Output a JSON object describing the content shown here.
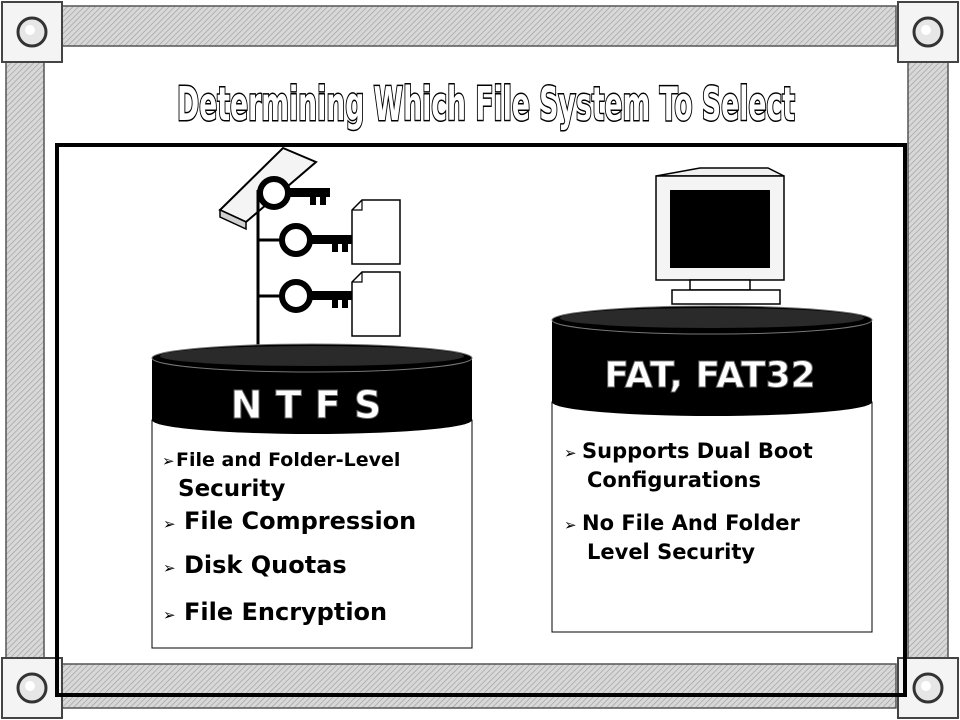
{
  "title": "Determining Which File System To  Select",
  "ntfs": {
    "label": "N T F S",
    "features": [
      {
        "line1": "File and Folder-Level",
        "line2": "Security"
      },
      {
        "line1": "File Compression"
      },
      {
        "line1": "Disk Quotas"
      },
      {
        "line1": "File Encryption"
      }
    ]
  },
  "fat": {
    "label": "FAT,  FAT32",
    "features": [
      {
        "line1": "Supports Dual Boot",
        "line2": "Configurations"
      },
      {
        "line1": "No File And Folder",
        "line2": "Level Security"
      }
    ]
  },
  "bullet_glyph": "➢",
  "colors": {
    "frame_hatch": "#bdbdbd",
    "disk": "#000000",
    "background": "#ffffff"
  },
  "icons": [
    "key-icon",
    "document-icon",
    "monitor-icon",
    "screw-icon",
    "disk-icon"
  ]
}
